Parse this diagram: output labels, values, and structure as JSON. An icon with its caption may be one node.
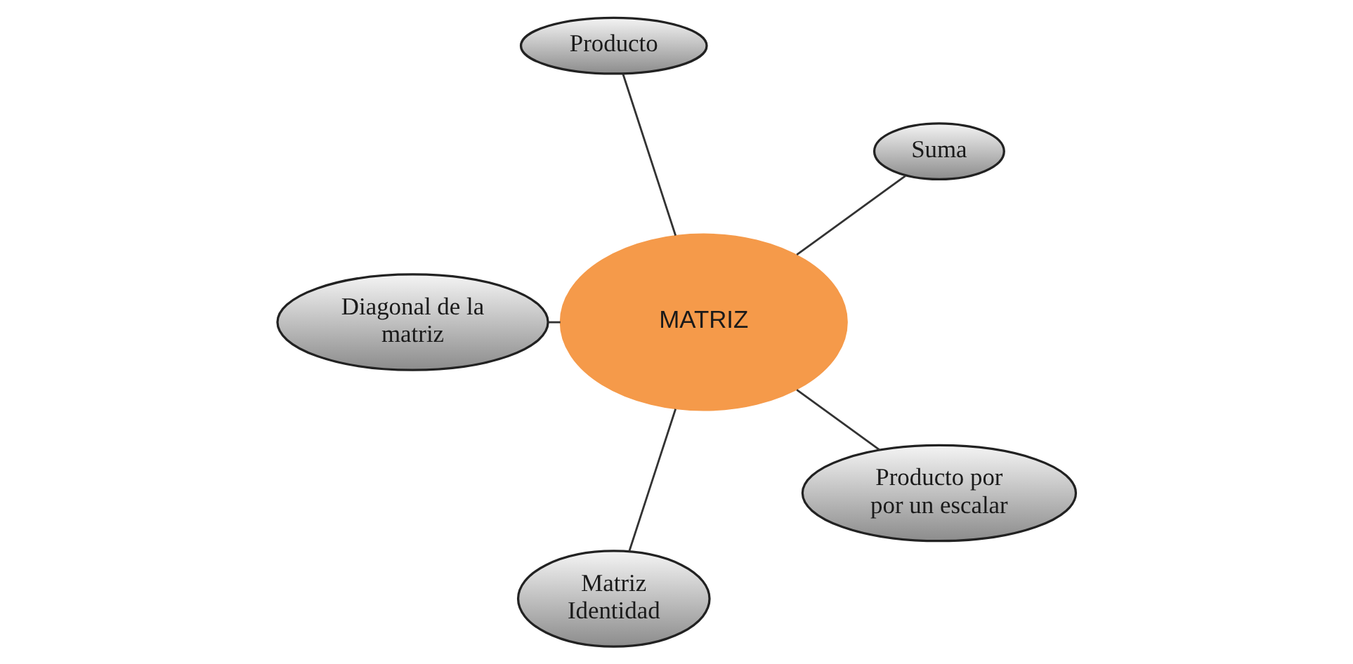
{
  "diagram": {
    "nodes": [
      {
        "text": [
          "MATRIZ"
        ]
      },
      {
        "text": [
          "Suma"
        ]
      },
      {
        "text": [
          "Producto"
        ]
      },
      {
        "text": [
          "Diagonal de la matriz"
        ]
      },
      {
        "text": [
          "Matriz Identidad"
        ]
      },
      {
        "text": [
          "Producto por por un escalar"
        ]
      }
    ],
    "edges": [
      {
        "from": 0,
        "to": 1,
        "arrow": "none"
      },
      {
        "from": 0,
        "to": 2,
        "arrow": "none"
      },
      {
        "from": 0,
        "to": 3,
        "arrow": "none"
      },
      {
        "from": 0,
        "to": 4,
        "arrow": "none"
      },
      {
        "from": 0,
        "to": 5,
        "arrow": "none"
      }
    ]
  }
}
